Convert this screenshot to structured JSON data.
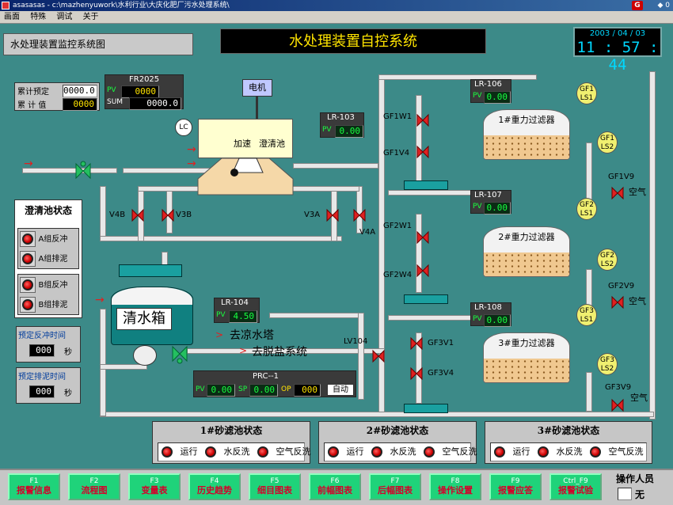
{
  "window": {
    "title": "asasasas - c:\\mazhenyuwork\\水利行业\\大庆化肥厂污水处理系统\\",
    "right_text": "◆ 0"
  },
  "menu": [
    "画面",
    "特殊",
    "调试",
    "关于"
  ],
  "header": {
    "subtitle": "水处理装置监控系统图",
    "title": "水处理装置自控系统",
    "date": "2003  /  04  /  03",
    "time": "11 : 57 : 44"
  },
  "totalizer": {
    "preset_label": "累计预定",
    "preset_value": "0000.0",
    "total_label": "累 计 值",
    "total_value": "0000"
  },
  "fr2025": {
    "tag": "FR2025",
    "pv_label": "PV",
    "pv_value": "0000",
    "sum_label": "SUM",
    "sum_value": "0000.0"
  },
  "motor": "电机",
  "lc": "LC",
  "clarifier": {
    "label1": "加速",
    "label2": "澄清池"
  },
  "lr103": {
    "tag": "LR-103",
    "pv_label": "PV",
    "pv_value": "0.00"
  },
  "clarifier_status": {
    "title": "澄清池状态",
    "items": [
      "A组反冲",
      "A组排泥",
      "B组反冲",
      "B组排泥"
    ]
  },
  "valves": {
    "v4b": "V4B",
    "v3b": "V3B",
    "v3a": "V3A",
    "v4a": "V4A",
    "lv104": "LV104",
    "gf1w1": "GF1W1",
    "gf1v4": "GF1V4",
    "gf2w1": "GF2W1",
    "gf2w4": "GF2W4",
    "gf3v1": "GF3V1",
    "gf3v4": "GF3V4",
    "gf1v9": "GF1V9",
    "gf2v9": "GF2V9",
    "gf3v9": "GF3V9"
  },
  "timers": {
    "backwash_title": "预定反冲时间",
    "backwash_value": "000",
    "backwash_unit": "秒",
    "drain_title": "预定排泥时间",
    "drain_value": "000",
    "drain_unit": "秒"
  },
  "clear_tank": "清水箱",
  "lr104": {
    "tag": "LR-104",
    "pv_label": "PV",
    "pv_value": "4.50"
  },
  "dest1": "去凉水塔",
  "dest2": "去脱盐系统",
  "prc1": {
    "tag": "PRC--1",
    "pv_label": "PV",
    "pv_value": "0.00",
    "sp_label": "SP",
    "sp_value": "0.00",
    "op_label": "OP",
    "op_value": "000",
    "mode": "自动"
  },
  "filters": [
    {
      "name": "1#重力过滤器",
      "lr_tag": "LR-106",
      "pv_label": "PV",
      "pv_value": "0.00",
      "gf_ls1": [
        "GF1",
        "LS1"
      ],
      "gf_ls2": [
        "GF1",
        "LS2"
      ],
      "air": "空气"
    },
    {
      "name": "2#重力过滤器",
      "lr_tag": "LR-107",
      "pv_label": "PV",
      "pv_value": "0.00",
      "gf_ls1": [
        "GF2",
        "LS1"
      ],
      "gf_ls2": [
        "GF2",
        "LS2"
      ],
      "air": "空气"
    },
    {
      "name": "3#重力过滤器",
      "lr_tag": "LR-108",
      "pv_label": "PV",
      "pv_value": "0.00",
      "gf_ls1": [
        "GF3",
        "LS1"
      ],
      "gf_ls2": [
        "GF3",
        "LS2"
      ],
      "air": "空气"
    }
  ],
  "sand_status": [
    {
      "title": "1#砂滤池状态",
      "items": [
        "运行",
        "水反洗",
        "空气反洗"
      ]
    },
    {
      "title": "2#砂滤池状态",
      "items": [
        "运行",
        "水反洗",
        "空气反洗"
      ]
    },
    {
      "title": "3#砂滤池状态",
      "items": [
        "运行",
        "水反洗",
        "空气反洗"
      ]
    }
  ],
  "fkeys": [
    {
      "key": "F1",
      "label": "报警信息"
    },
    {
      "key": "F2",
      "label": "流程图"
    },
    {
      "key": "F3",
      "label": "变量表"
    },
    {
      "key": "F4",
      "label": "历史趋势"
    },
    {
      "key": "F5",
      "label": "细目图表"
    },
    {
      "key": "F6",
      "label": "前幅图表"
    },
    {
      "key": "F7",
      "label": "后幅图表"
    },
    {
      "key": "F8",
      "label": "操作设置"
    },
    {
      "key": "F9",
      "label": "报警应答"
    },
    {
      "key": "Ctrl_F9",
      "label": "报警试验"
    }
  ],
  "operator": {
    "title": "操作人员",
    "value": "无"
  },
  "colors": {
    "background": "#3c8a88",
    "valve_red": "#e02020",
    "button_green": "#1fd37a",
    "lcd_green": "#18ff40",
    "title_yellow": "#ffe400"
  }
}
